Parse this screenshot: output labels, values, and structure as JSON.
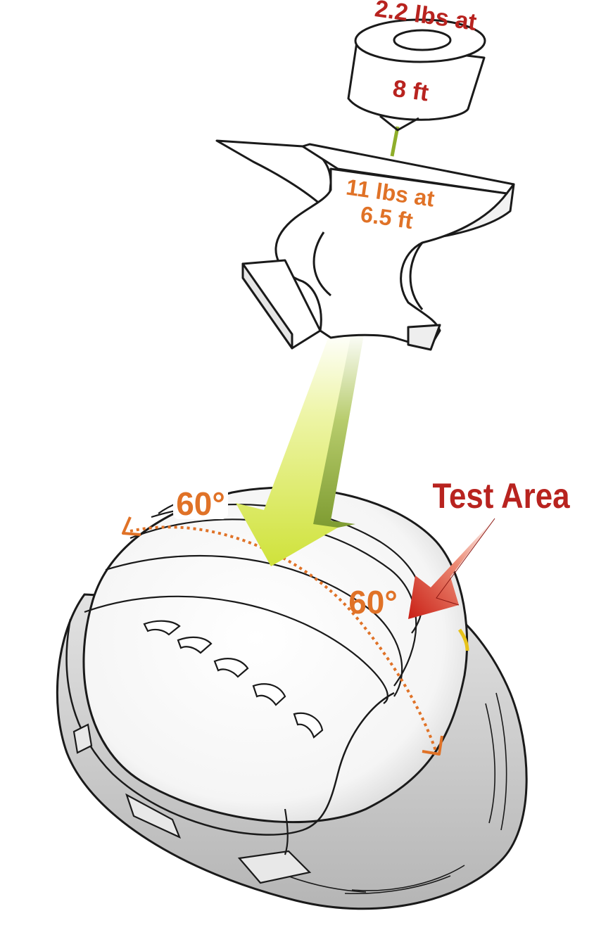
{
  "labels": {
    "weight_small_line1": "2.2 lbs at",
    "weight_small_line2": "8 ft",
    "weight_large_line1": "11 lbs at",
    "weight_large_line2": "6.5 ft",
    "angle_top": "60°",
    "angle_side": "60°",
    "test_area": "Test Area"
  },
  "colors": {
    "label_red": "#b8231f",
    "label_orange": "#e07227",
    "arrow_green_light": "#e3ec55",
    "arrow_green_dark": "#7a9a2a",
    "test_area_arrow": "#d4281e",
    "outline": "#1a1a1a",
    "helmet_shade": "#c9c9c9"
  },
  "icons": {
    "small_weight": "cylinder-weight-icon",
    "large_weight": "anvil-icon",
    "impact_arrow": "down-arrow-icon",
    "helmet": "hard-hat-icon",
    "test_area_pointer": "pointer-arrow-icon"
  }
}
